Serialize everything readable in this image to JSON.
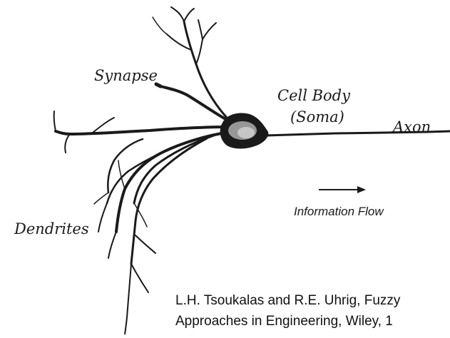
{
  "labels": {
    "synapse": "Synapse",
    "cell_body": "Cell Body",
    "soma": "(Soma)",
    "axon": "Axon",
    "dendrites": "Dendrites",
    "information_flow": "Information Flow"
  },
  "citation": {
    "line1": "L.H. Tsoukalas and R.E. Uhrig, Fuzzy",
    "line2": "Approaches in Engineering, Wiley, 1"
  },
  "colors": {
    "ink": "#1a1a1a",
    "background": "#ffffff"
  }
}
